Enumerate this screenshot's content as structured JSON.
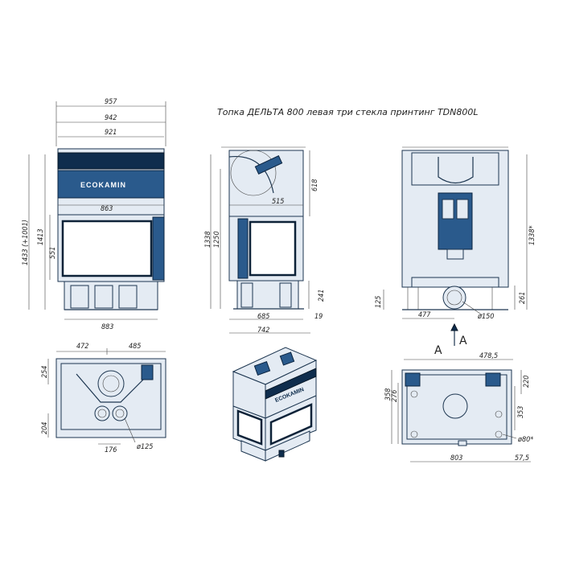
{
  "title": "Топка ДЕЛЬТА 800 левая три стекла принтинг TDN800L",
  "brand": "ECOKAMIN",
  "front_view": {
    "width_outer": "957",
    "width_mid": "942",
    "width_inner": "921",
    "height_total": "1433 (+1001)",
    "height_body": "1413",
    "opening_width": "863",
    "glass_height": "551",
    "base_width": "883"
  },
  "side_view": {
    "depth_top": "515",
    "hood_height": "618",
    "height_total": "1338",
    "height_body": "1250",
    "foot_height": "241",
    "depth_body": "685",
    "depth_total": "742",
    "foot_offset": "19"
  },
  "back_view": {
    "height": "1338*",
    "outlet_height": "125",
    "outlet_offset": "477",
    "outlet_diameter": "ø150",
    "right_height": "261"
  },
  "section_marks": {
    "left": "A",
    "right": "A"
  },
  "top_view": {
    "left_width": "472",
    "right_width": "485",
    "depth_back": "254",
    "depth_front": "204",
    "intake_spacing": "176",
    "intake_diameter": "ø125"
  },
  "plan_view": {
    "width_half": "478,5",
    "depth_total": "358",
    "depth_inner": "276",
    "right_top": "220",
    "right_mid": "353",
    "hole_diameter": "ø80*",
    "width_base": "803",
    "right_offset": "57,5"
  },
  "colors": {
    "steel": "#2a5a8c",
    "dark_steel": "#0f2d4d",
    "line": "#1d3650"
  }
}
